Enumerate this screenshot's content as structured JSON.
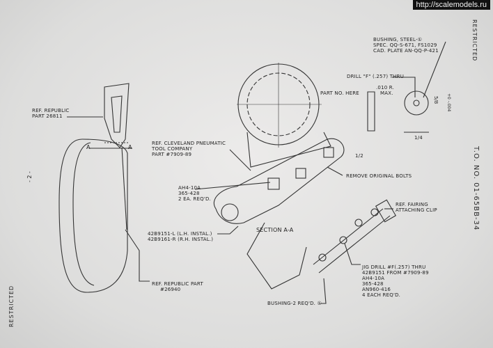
{
  "watermark": "http://scalemodels.ru",
  "margin": {
    "restricted_top": "RESTRICTED",
    "restricted_bottom": "RESTRICTED",
    "page_number": "- 2 -",
    "tech_order": "T.O. NO. 01-65BB-34"
  },
  "drawing": {
    "ref_republic_part": [
      "REF. REPUBLIC",
      "PART 26811"
    ],
    "ref_cleveland": [
      "REF. CLEVELAND PNEUMATIC",
      "TOOL COMPANY",
      "PART #7909-89"
    ],
    "ah4_callout": [
      "AH4-10A",
      "365-428",
      "2 EA. REQ'D."
    ],
    "part_numbers": [
      "42B9151-L (L.H. INSTAL.)",
      "42B9161-R (R.H. INSTAL.)"
    ],
    "ref_republic_part_2": [
      "REF. REPUBLIC PART",
      "#26940"
    ],
    "section_label": "SECTION A-A",
    "section_marker": "A",
    "part_no_here": "PART NO. HERE",
    "bushing_spec": [
      "BUSHING, STEEL-①",
      "SPEC. QQ-S-671, FS1029",
      "CAD. PLATE AN-QQ-P-421"
    ],
    "drill_note": "DRILL \"F\" (.257) THRU",
    "radius_note": [
      ".010 R.",
      "MAX."
    ],
    "remove_bolts": "REMOVE ORIGINAL BOLTS",
    "ref_fairing": [
      "REF. FAIRING",
      "ATTACHING CLIP"
    ],
    "jig_drill": [
      "JIG DRILL #F(.257) THRU",
      "42B9151 FROM #7909-89",
      "AH4-10A",
      "365-428",
      "AN960-416",
      "4 EACH REQ'D."
    ],
    "bushing_req": "BUSHING-2 REQ'D. ①",
    "dims": {
      "half": "1/2",
      "quarter": "1/4",
      "od": "5/8",
      "od_tol": "+0 -.004"
    }
  }
}
